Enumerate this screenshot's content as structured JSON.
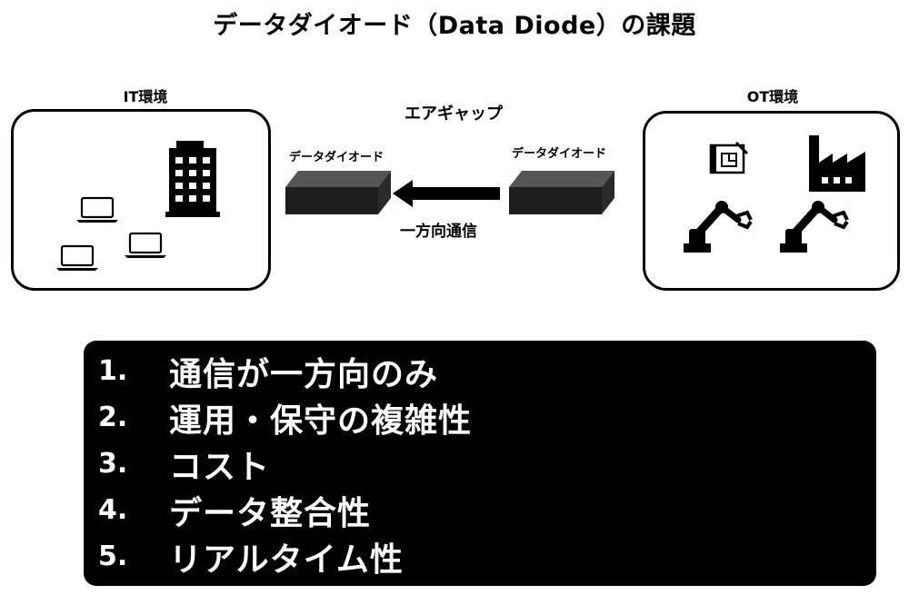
{
  "title": "データダイオード（Data Diode）の課題",
  "it_env": {
    "label": "IT環境"
  },
  "ot_env": {
    "label": "OT環境"
  },
  "air_gap": {
    "label": "エアギャップ"
  },
  "diode_left": {
    "label": "データダイオード"
  },
  "diode_right": {
    "label": "データダイオード"
  },
  "direction": {
    "label": "一方向通信"
  },
  "icons": {
    "it": [
      "building-icon",
      "laptop-icon",
      "laptop-icon",
      "laptop-icon"
    ],
    "ot": [
      "blueprint-icon",
      "factory-icon",
      "robot-arm-icon",
      "robot-arm-icon"
    ]
  },
  "issues": [
    {
      "number": "1.",
      "text": "通信が一方向のみ"
    },
    {
      "number": "2.",
      "text": "運用・保守の複雑性"
    },
    {
      "number": "3.",
      "text": "コスト"
    },
    {
      "number": "4.",
      "text": "データ整合性"
    },
    {
      "number": "5.",
      "text": "リアルタイム性"
    }
  ],
  "colors": {
    "text": "#000000",
    "panel": "#000000",
    "panel_text": "#ffffff",
    "diode_top": "#555555",
    "diode_front": "#1e1e1e"
  }
}
